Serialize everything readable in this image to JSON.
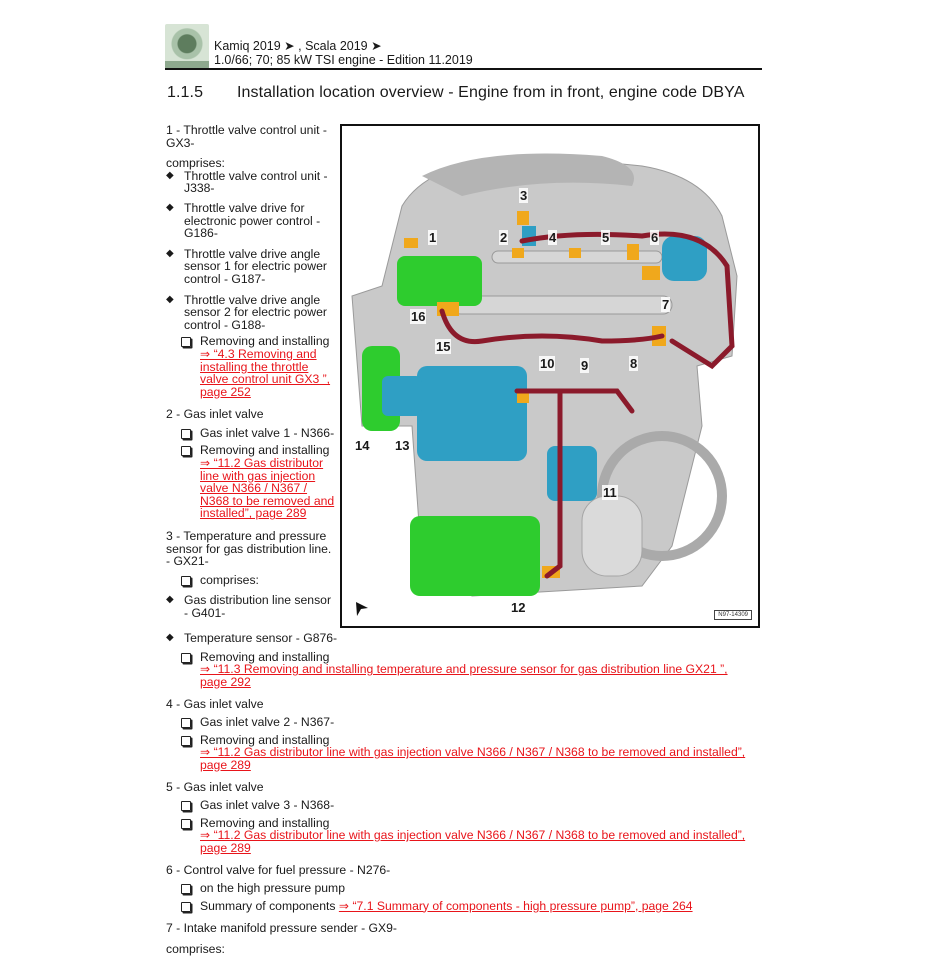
{
  "header": {
    "logo_icon": "brand-logo-icon",
    "line1": "Kamiq 2019 ➤ , Scala 2019 ➤",
    "line2": "1.0/66; 70; 85 kW TSI engine - Edition 11.2019"
  },
  "section": {
    "number": "1.1.5",
    "title": "Installation location overview - Engine from in front, engine code DBYA"
  },
  "figure": {
    "code": "N97-14309",
    "callouts": [
      "1",
      "2",
      "3",
      "4",
      "5",
      "6",
      "7",
      "8",
      "9",
      "10",
      "11",
      "12",
      "13",
      "14",
      "15",
      "16"
    ],
    "direction_icon": "view-direction-arrow-icon",
    "colors": {
      "green": "#2ecc2e",
      "blue": "#2f9fc4",
      "orange": "#f0a81c",
      "wire": "#8b1a2b",
      "engine": "#c8c8c8"
    }
  },
  "items": [
    {
      "title_a": "1 - Throttle valve control unit -",
      "title_b": "GX3-",
      "comprises": "comprises:",
      "bullets": [
        "Throttle valve control unit - J338-",
        "Throttle valve drive for electronic power control - G186-",
        "Throttle valve drive angle sensor 1 for electric power control - G187-",
        "Throttle valve drive angle sensor 2 for electric power control - G188-"
      ],
      "sub": {
        "label": "Removing and installing",
        "link": "⇒ “4.3 Removing and installing the throttle valve control unit GX3 ”, page 252"
      }
    },
    {
      "title": "2 - Gas inlet valve",
      "sub1": "Gas inlet valve 1 - N366-",
      "sub2_label": "Removing and installing",
      "sub2_link": "⇒ “11.2 Gas distributor line with gas injection valve N366 / N367 / N368 to be removed and installed”, page 289"
    },
    {
      "title": "3 - Temperature and pressure sensor for gas distribution line. - GX21-",
      "sub1": "comprises:",
      "bullets": [
        "Gas distribution line sensor - G401-",
        "Temperature sensor - G876-"
      ],
      "sub2_label": "Removing and installing",
      "sub2_link": "⇒ “11.3 Removing and installing temperature and pressure sensor for gas distribution line GX21 ”, page 292"
    },
    {
      "title": "4 - Gas inlet valve",
      "sub1": "Gas inlet valve 2 - N367-",
      "sub2_label": "Removing and installing",
      "sub2_link": "⇒ “11.2 Gas distributor line with gas injection valve N366 / N367 / N368 to be removed and installed”, page 289"
    },
    {
      "title": "5 - Gas inlet valve",
      "sub1": "Gas inlet valve 3 - N368-",
      "sub2_label": "Removing and installing",
      "sub2_link": "⇒ “11.2 Gas distributor line with gas injection valve N366 / N367 / N368 to be removed and installed”, page 289"
    },
    {
      "title": "6 - Control valve for fuel pressure - N276-",
      "sub1": "on the high pressure pump",
      "sub2_label": "Summary of components",
      "sub2_link": "⇒ “7.1 Summary of components - high pressure pump”, page 264"
    },
    {
      "title": "7 - Intake manifold pressure sender - GX9-",
      "sub1": "comprises:"
    }
  ]
}
